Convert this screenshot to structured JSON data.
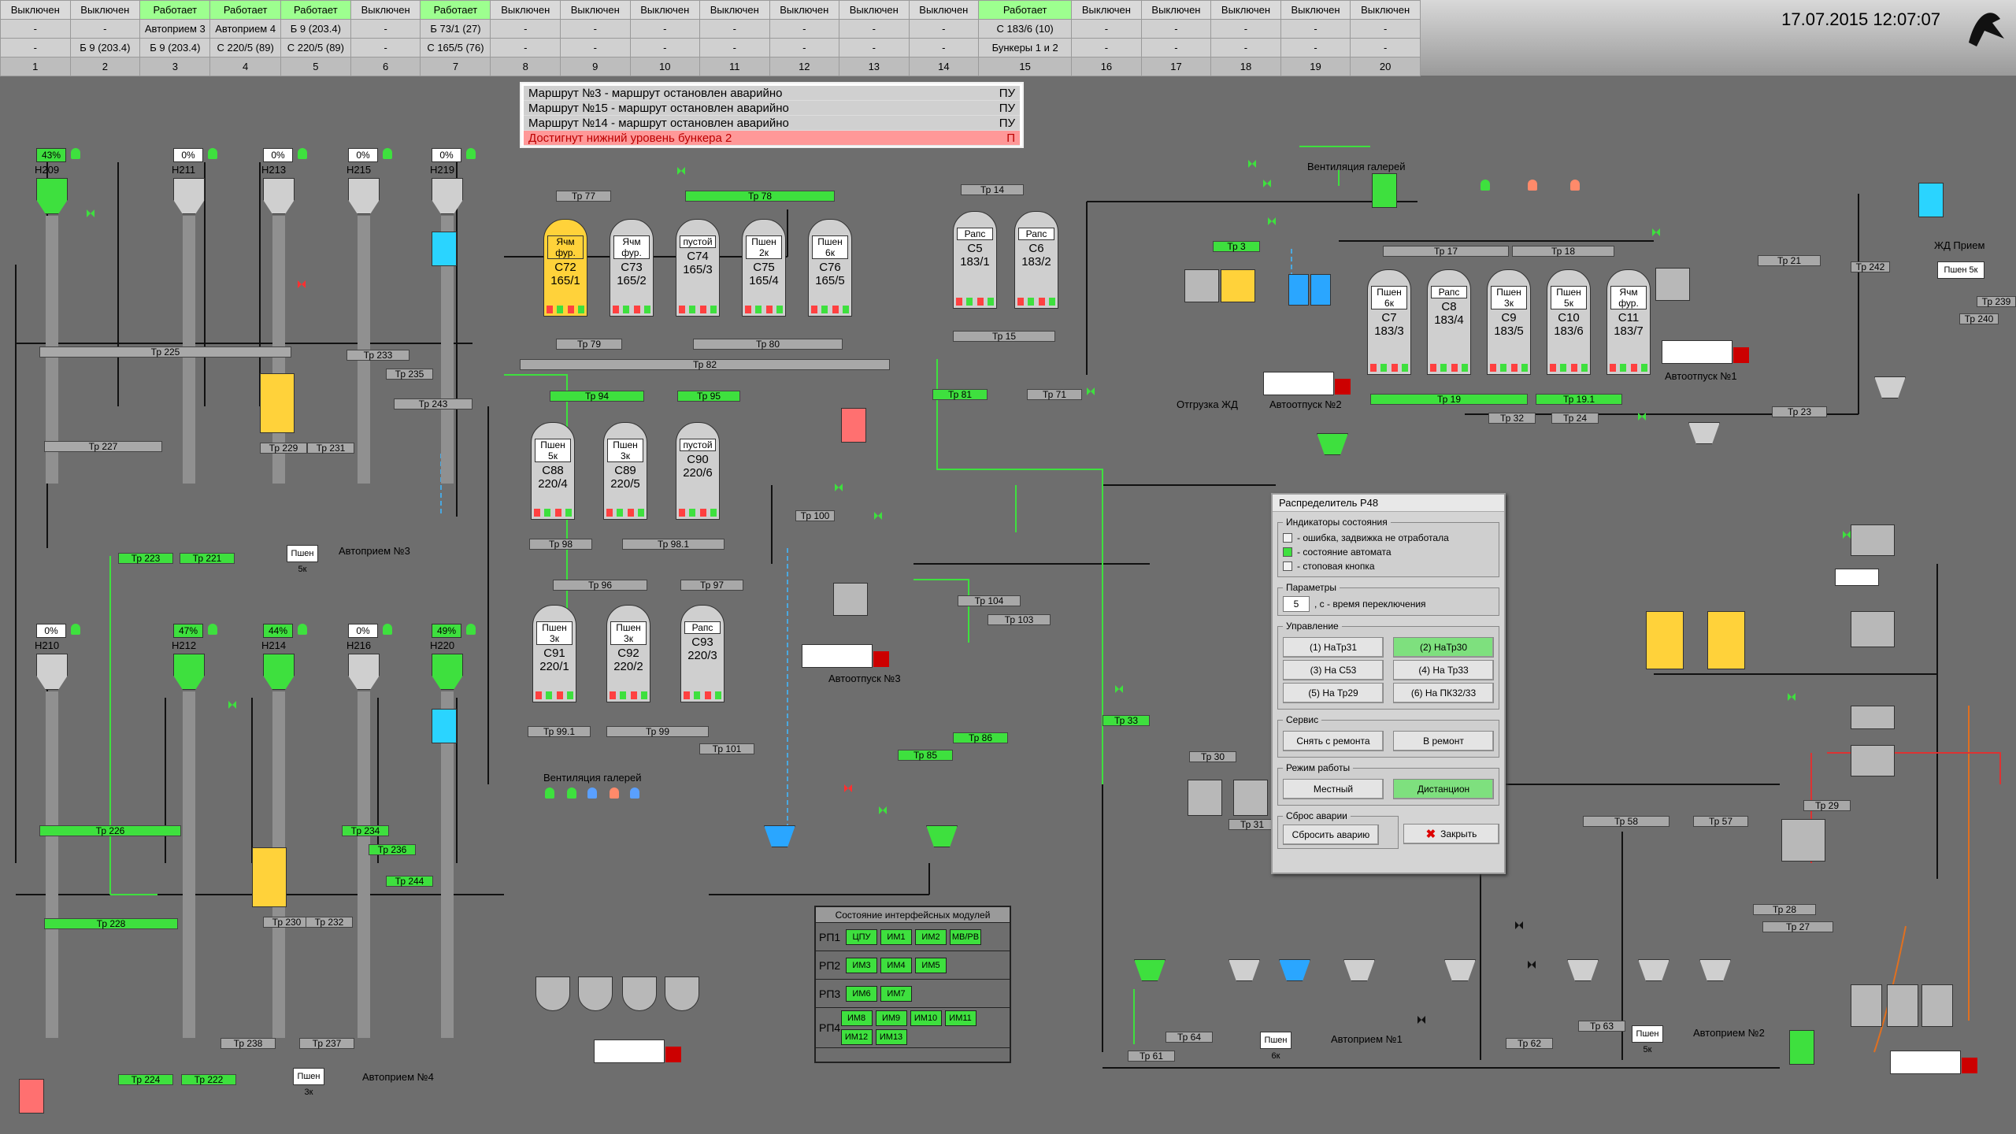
{
  "header": {
    "clock": "17.07.2015 12:07:07",
    "row0": [
      "Выключен",
      "Выключен",
      "Работает",
      "Работает",
      "Работает",
      "Выключен",
      "Работает",
      "Выключен",
      "Выключен",
      "Выключен",
      "Выключен",
      "Выключен",
      "Выключен",
      "Выключен",
      "Работает",
      "Выключен",
      "Выключен",
      "Выключен",
      "Выключен",
      "Выключен"
    ],
    "row0_on": [
      false,
      false,
      true,
      true,
      true,
      false,
      true,
      false,
      false,
      false,
      false,
      false,
      false,
      false,
      true,
      false,
      false,
      false,
      false,
      false
    ],
    "row1": [
      "-",
      "-",
      "Автоприем 3",
      "Автоприем 4",
      "Б 9 (203.4)",
      "-",
      "Б 73/1 (27)",
      "-",
      "-",
      "-",
      "-",
      "-",
      "-",
      "-",
      "С 183/6 (10)",
      "-",
      "-",
      "-",
      "-",
      "-"
    ],
    "row2": [
      "-",
      "Б 9 (203.4)",
      "Б 9 (203.4)",
      "С 220/5 (89)",
      "С 220/5 (89)",
      "-",
      "С 165/5 (76)",
      "-",
      "-",
      "-",
      "-",
      "-",
      "-",
      "-",
      "Бункеры 1 и 2",
      "-",
      "-",
      "-",
      "-",
      "-"
    ],
    "row3": [
      "1",
      "2",
      "3",
      "4",
      "5",
      "6",
      "7",
      "8",
      "9",
      "10",
      "11",
      "12",
      "13",
      "14",
      "15",
      "16",
      "17",
      "18",
      "19",
      "20"
    ]
  },
  "alarms": [
    {
      "text": "Маршрут №3 - маршрут остановлен аварийно",
      "code": "ПУ",
      "red": false
    },
    {
      "text": "Маршрут №15 - маршрут остановлен аварийно",
      "code": "ПУ",
      "red": false
    },
    {
      "text": "Маршрут №14 - маршрут остановлен аварийно",
      "code": "ПУ",
      "red": false
    },
    {
      "text": "Достигнут нижний уровень бункера 2",
      "code": "П",
      "red": true
    }
  ],
  "distributor": {
    "title": "Распределитель Р48",
    "indicators_title": "Индикаторы состояния",
    "indicators": [
      {
        "text": "- ошибка, задвижка не отработала",
        "green": false
      },
      {
        "text": "- состояние автомата",
        "green": true
      },
      {
        "text": "- стоповая кнопка",
        "green": false
      }
    ],
    "params_title": "Параметры",
    "param_value": "5",
    "param_text": ", с - время переключения",
    "control_title": "Управление",
    "control_buttons": [
      "(1) НаТр31",
      "(2) НаТр30",
      "(3) На С53",
      "(4) На Тр33",
      "(5) На Тр29",
      "(6) На ПК32/33"
    ],
    "control_active": [
      false,
      true,
      false,
      false,
      false,
      false
    ],
    "service_title": "Сервис",
    "service_buttons": [
      "Снять с ремонта",
      "В ремонт"
    ],
    "mode_title": "Режим работы",
    "mode_buttons": [
      "Местный",
      "Дистанцион"
    ],
    "reset_title": "Сброс аварии",
    "reset_button": "Сбросить аварию",
    "close_button": "Закрыть"
  },
  "modules": {
    "title": "Состояние интерфейсных модулей",
    "rows": [
      {
        "name": "РП1",
        "cells": [
          "ЦПУ",
          "ИМ1",
          "ИМ2",
          "МВ/РВ"
        ]
      },
      {
        "name": "РП2",
        "cells": [
          "ИМ3",
          "ИМ4",
          "ИМ5"
        ]
      },
      {
        "name": "РП3",
        "cells": [
          "ИМ6",
          "ИМ7"
        ]
      },
      {
        "name": "РП4",
        "cells": [
          "ИМ8",
          "ИМ9",
          "ИМ10",
          "ИМ11",
          "ИМ12",
          "ИМ13"
        ]
      }
    ]
  },
  "labels": {
    "vent_top": "Вентиляция галерей",
    "vent_bottom": "Вентиляция галерей",
    "avtopriem3": "Автоприем №3",
    "avtopriem4": "Автоприем №4",
    "avtopriem1": "Автоприем №1",
    "avtopriem2": "Автоприем №2",
    "avtootpusk3": "Автоотпуск №3",
    "avtootpusk1": "Автоотпуск №1",
    "avtootpusk2": "Автоотпуск №2",
    "otgruzka": "Отгрузка ЖД",
    "zhd_priem": "ЖД Прием",
    "wheat5k": "Пшен 5к",
    "wheat3k": "Пшен 3к",
    "wheat6k": "Пшен 6к"
  },
  "elevators_top": [
    {
      "id": "Н209",
      "pct": "43%",
      "green": true
    },
    {
      "id": "Н211",
      "pct": "0%",
      "green": false
    },
    {
      "id": "Н213",
      "pct": "0%",
      "green": false
    },
    {
      "id": "Н215",
      "pct": "0%",
      "green": false
    },
    {
      "id": "Н219",
      "pct": "0%",
      "green": false
    }
  ],
  "elevators_mid": [
    {
      "id": "Н210",
      "pct": "0%",
      "green": false
    },
    {
      "id": "Н212",
      "pct": "47%",
      "green": true
    },
    {
      "id": "Н214",
      "pct": "44%",
      "green": true
    },
    {
      "id": "Н216",
      "pct": "0%",
      "green": false
    },
    {
      "id": "Н220",
      "pct": "49%",
      "green": true
    }
  ],
  "silos_c72": [
    {
      "grain": "Ячм фур.",
      "n1": "С72",
      "n2": "165/1",
      "yellow": true
    },
    {
      "grain": "Ячм фур.",
      "n1": "С73",
      "n2": "165/2",
      "yellow": false
    },
    {
      "grain": "пустой",
      "n1": "С74",
      "n2": "165/3",
      "yellow": false
    },
    {
      "grain": "Пшен 2к",
      "n1": "С75",
      "n2": "165/4",
      "yellow": false
    },
    {
      "grain": "Пшен 6к",
      "n1": "С76",
      "n2": "165/5",
      "yellow": false
    }
  ],
  "silos_c88": [
    {
      "grain": "Пшен 5к",
      "n1": "С88",
      "n2": "220/4"
    },
    {
      "grain": "Пшен 3к",
      "n1": "С89",
      "n2": "220/5"
    },
    {
      "grain": "пустой",
      "n1": "С90",
      "n2": "220/6"
    }
  ],
  "silos_c91": [
    {
      "grain": "Пшен 3к",
      "n1": "С91",
      "n2": "220/1"
    },
    {
      "grain": "Пшен 3к",
      "n1": "С92",
      "n2": "220/2"
    },
    {
      "grain": "Рапс",
      "n1": "С93",
      "n2": "220/3"
    }
  ],
  "silos_c5": [
    {
      "grain": "Рапс",
      "n1": "С5",
      "n2": "183/1"
    },
    {
      "grain": "Рапс",
      "n1": "С6",
      "n2": "183/2"
    }
  ],
  "silos_c7": [
    {
      "grain": "Пшен 6к",
      "n1": "С7",
      "n2": "183/3"
    },
    {
      "grain": "Рапс",
      "n1": "С8",
      "n2": "183/4"
    },
    {
      "grain": "Пшен 3к",
      "n1": "С9",
      "n2": "183/5"
    },
    {
      "grain": "Пшен 5к",
      "n1": "С10",
      "n2": "183/6"
    },
    {
      "grain": "Ячм фур.",
      "n1": "С11",
      "n2": "183/7"
    }
  ],
  "conveyors": [
    {
      "t": "Тр 77",
      "g": false
    },
    {
      "t": "Тр 78",
      "g": true
    },
    {
      "t": "Тр 79",
      "g": false
    },
    {
      "t": "Тр 80",
      "g": false
    },
    {
      "t": "Тр 82",
      "g": false
    },
    {
      "t": "Тр 225",
      "g": false
    },
    {
      "t": "Тр 233",
      "g": false
    },
    {
      "t": "Тр 235",
      "g": false
    },
    {
      "t": "Тр 243",
      "g": false
    },
    {
      "t": "Тр 227",
      "g": false
    },
    {
      "t": "Тр 229",
      "g": false
    },
    {
      "t": "Тр 231",
      "g": false
    },
    {
      "t": "Тр 223",
      "g": true
    },
    {
      "t": "Тр 221",
      "g": true
    },
    {
      "t": "Тр 94",
      "g": true
    },
    {
      "t": "Тр 95",
      "g": true
    },
    {
      "t": "Тр 98",
      "g": false
    },
    {
      "t": "Тр 98.1",
      "g": false
    },
    {
      "t": "Тр 96",
      "g": false
    },
    {
      "t": "Тр 97",
      "g": false
    },
    {
      "t": "Тр 99.1",
      "g": false
    },
    {
      "t": "Тр 99",
      "g": false
    },
    {
      "t": "Тр 101",
      "g": false
    },
    {
      "t": "Тр 100",
      "g": false
    },
    {
      "t": "Тр 226",
      "g": true
    },
    {
      "t": "Тр 234",
      "g": true
    },
    {
      "t": "Тр 236",
      "g": true
    },
    {
      "t": "Тр 244",
      "g": true
    },
    {
      "t": "Тр 228",
      "g": true
    },
    {
      "t": "Тр 230",
      "g": false
    },
    {
      "t": "Тр 232",
      "g": false
    },
    {
      "t": "Тр 238",
      "g": false
    },
    {
      "t": "Тр 237",
      "g": false
    },
    {
      "t": "Тр 224",
      "g": true
    },
    {
      "t": "Тр 222",
      "g": true
    },
    {
      "t": "Тр 14",
      "g": false
    },
    {
      "t": "Тр 15",
      "g": false
    },
    {
      "t": "Тр 81",
      "g": true
    },
    {
      "t": "Тр 71",
      "g": false
    },
    {
      "t": "Тр 3",
      "g": true
    },
    {
      "t": "Тр 17",
      "g": false
    },
    {
      "t": "Тр 18",
      "g": false
    },
    {
      "t": "Тр 19",
      "g": true
    },
    {
      "t": "Тр 19.1",
      "g": true
    },
    {
      "t": "Тр 32",
      "g": false
    },
    {
      "t": "Тр 24",
      "g": false
    },
    {
      "t": "Тр 23",
      "g": false
    },
    {
      "t": "Тр 21",
      "g": false
    },
    {
      "t": "Тр 242",
      "g": false
    },
    {
      "t": "Тр 239",
      "g": false
    },
    {
      "t": "Тр 240",
      "g": false
    },
    {
      "t": "Тр 104",
      "g": false
    },
    {
      "t": "Тр 103",
      "g": false
    },
    {
      "t": "Тр 33",
      "g": true
    },
    {
      "t": "Тр 86",
      "g": true
    },
    {
      "t": "Тр 85",
      "g": true
    },
    {
      "t": "Тр 30",
      "g": false
    },
    {
      "t": "Тр 31",
      "g": false
    },
    {
      "t": "Тр 58",
      "g": false
    },
    {
      "t": "Тр 57",
      "g": false
    },
    {
      "t": "Тр 29",
      "g": false
    },
    {
      "t": "Тр 28",
      "g": false
    },
    {
      "t": "Тр 27",
      "g": false
    },
    {
      "t": "Тр 64",
      "g": false
    },
    {
      "t": "Тр 61",
      "g": false
    },
    {
      "t": "Тр 63",
      "g": false
    },
    {
      "t": "Тр 62",
      "g": false
    }
  ],
  "colors": {
    "background": "#6e6e6e",
    "active": "#3ee03e",
    "alarm": "#ff9898",
    "silo": "#cfcfcf",
    "yellow": "#ffd23a",
    "blue": "#2aa6ff"
  }
}
